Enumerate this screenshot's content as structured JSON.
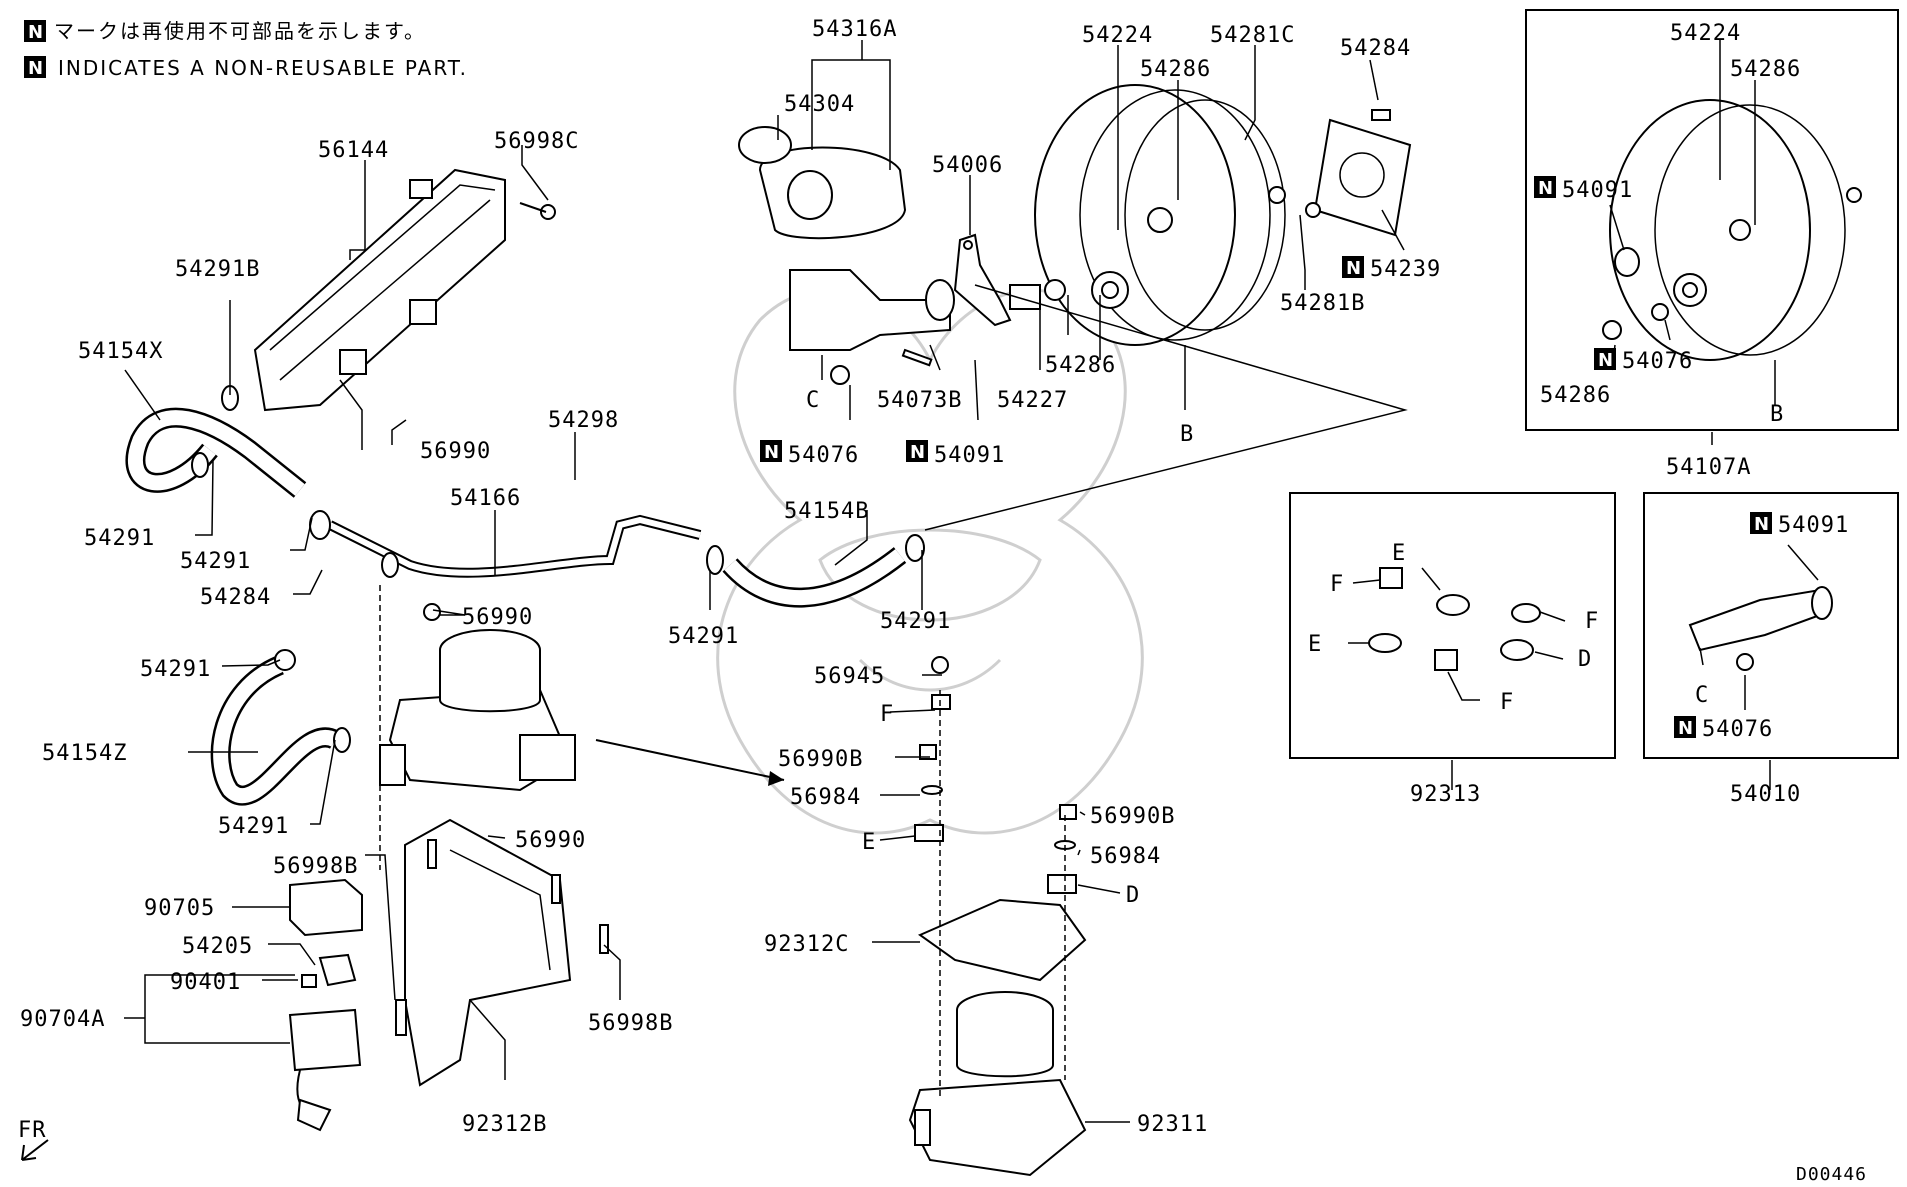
{
  "notes": {
    "line1": "マークは再使用不可部品を示します。",
    "line2": "INDICATES A NON-REUSABLE PART.",
    "badge": "N"
  },
  "diagram_code": "D00446",
  "front_marker": "FR",
  "labels": {
    "p54316A": "54316A",
    "p54304": "54304",
    "p56144": "56144",
    "p56998C": "56998C",
    "p54291B": "54291B",
    "p54154X": "54154X",
    "p54006": "54006",
    "p54224": "54224",
    "p54286a": "54286",
    "p54281C": "54281C",
    "p54284a": "54284",
    "p54239": "54239",
    "p54281B": "54281B",
    "p54286b": "54286",
    "p54227": "54227",
    "p54073B": "54073B",
    "pCa": "C",
    "p54076a": "54076",
    "p54091a": "54091",
    "pBa": "B",
    "p56990a": "56990",
    "p54298": "54298",
    "p54166": "54166",
    "p54154B": "54154B",
    "p54291a": "54291",
    "p54291b": "54291",
    "p54284b": "54284",
    "p54291c": "54291",
    "p54291d": "54291",
    "p56990b": "56990",
    "p54291e": "54291",
    "p54154Z": "54154Z",
    "p54291f": "54291",
    "p56990c": "56990",
    "p56998Ba": "56998B",
    "p90705": "90705",
    "p54205": "54205",
    "p90401": "90401",
    "p90704A": "90704A",
    "p56998Bb": "56998B",
    "p92312B": "92312B",
    "p56945": "56945",
    "pFa": "F",
    "p56990Ba": "56990B",
    "p56984a": "56984",
    "pEa": "E",
    "p92312C": "92312C",
    "p56990Bb": "56990B",
    "p56984b": "56984",
    "pDa": "D",
    "p92311": "92311",
    "k54224": "54224",
    "k54286a": "54286",
    "k54091": "54091",
    "k54076": "54076",
    "k54286b": "54286",
    "kB": "B",
    "p54107A": "54107A",
    "gE1": "E",
    "gF1": "F",
    "gF2": "F",
    "gE2": "E",
    "gD": "D",
    "gF3": "F",
    "p92313": "92313",
    "m54091": "54091",
    "mC": "C",
    "m54076": "54076",
    "p54010": "54010"
  }
}
